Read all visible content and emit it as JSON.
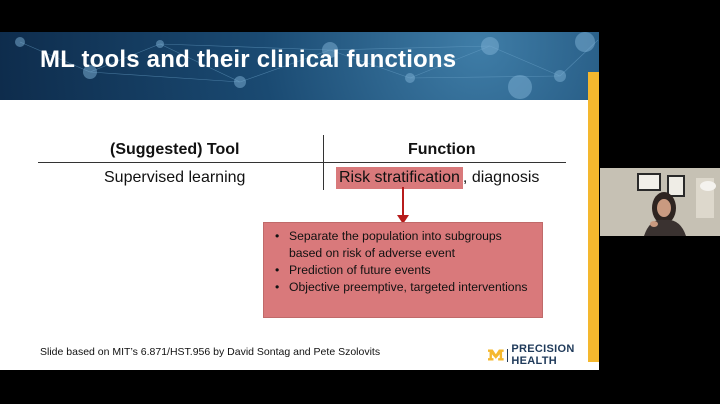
{
  "slide": {
    "title": "ML tools and their clinical functions",
    "table": {
      "header_tool": "(Suggested) Tool",
      "header_function": "Function",
      "tool": "Supervised learning",
      "function_highlight": "Risk stratification",
      "function_rest": ", diagnosis"
    },
    "bullets": [
      "Separate the population into subgroups based on risk of adverse event",
      "Prediction of future events",
      "Objective preemptive, targeted interventions"
    ],
    "footnote": "Slide based on MIT’s 6.871/HST.956 by David Sontag and Pete Szolovits",
    "logo_text": "PRECISION HEALTH"
  },
  "webcam": {
    "description_icon": "presenter-video"
  },
  "colors": {
    "banner": "#1a4a72",
    "accent": "#f5b82e",
    "highlight": "#d9797b",
    "arrow": "#b71c1c",
    "logo_m": "#f5b82e",
    "logo_text": "#1f3a5a"
  }
}
